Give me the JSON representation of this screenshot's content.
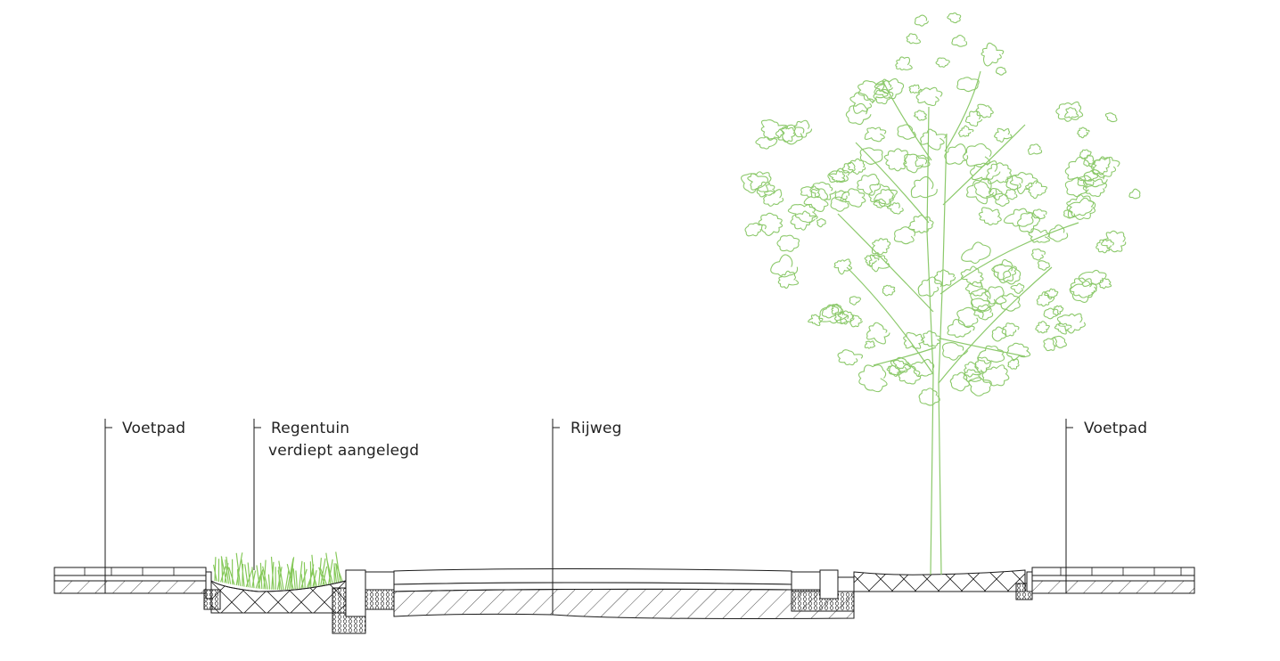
{
  "labels": {
    "voetpad_left": "Voetpad",
    "regentuin_line1": "Regentuin",
    "regentuin_line2": "verdiept aangelegd",
    "rijweg": "Rijweg",
    "voetpad_right": "Voetpad"
  },
  "colors": {
    "linework": "#1a1a1a",
    "vegetation": "#8cc96b",
    "grass": "#86c95a",
    "text": "#222222"
  },
  "icons": {
    "tree": "deciduous-tree-icon",
    "grass": "grass-planting-icon"
  }
}
